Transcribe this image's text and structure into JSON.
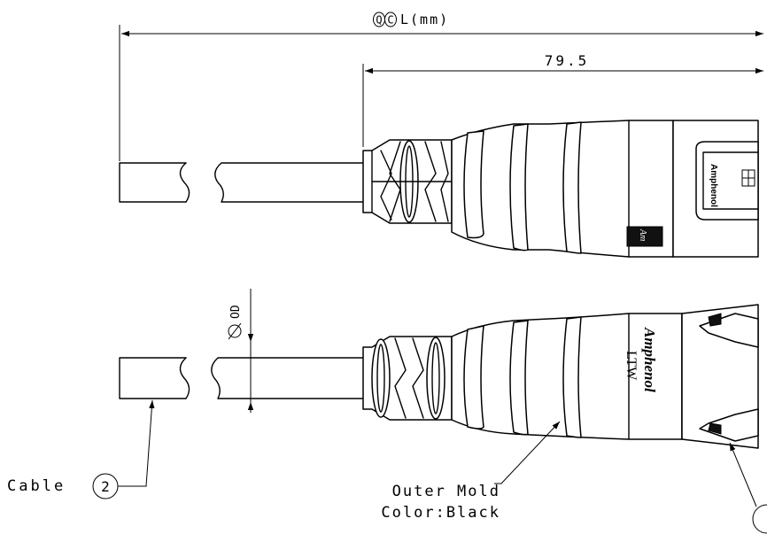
{
  "drawing": {
    "dimensions": {
      "overall_prefix": "QC",
      "overall_label": "L(mm)",
      "connector_length": "79.5",
      "od_label": "OD"
    },
    "brand": {
      "name": "Amphenol",
      "sub": "LTW"
    },
    "callouts": {
      "cable_label": "Cable",
      "cable_number": "2",
      "mold_line1": "Outer Mold",
      "mold_line2": "Color:Black"
    }
  }
}
